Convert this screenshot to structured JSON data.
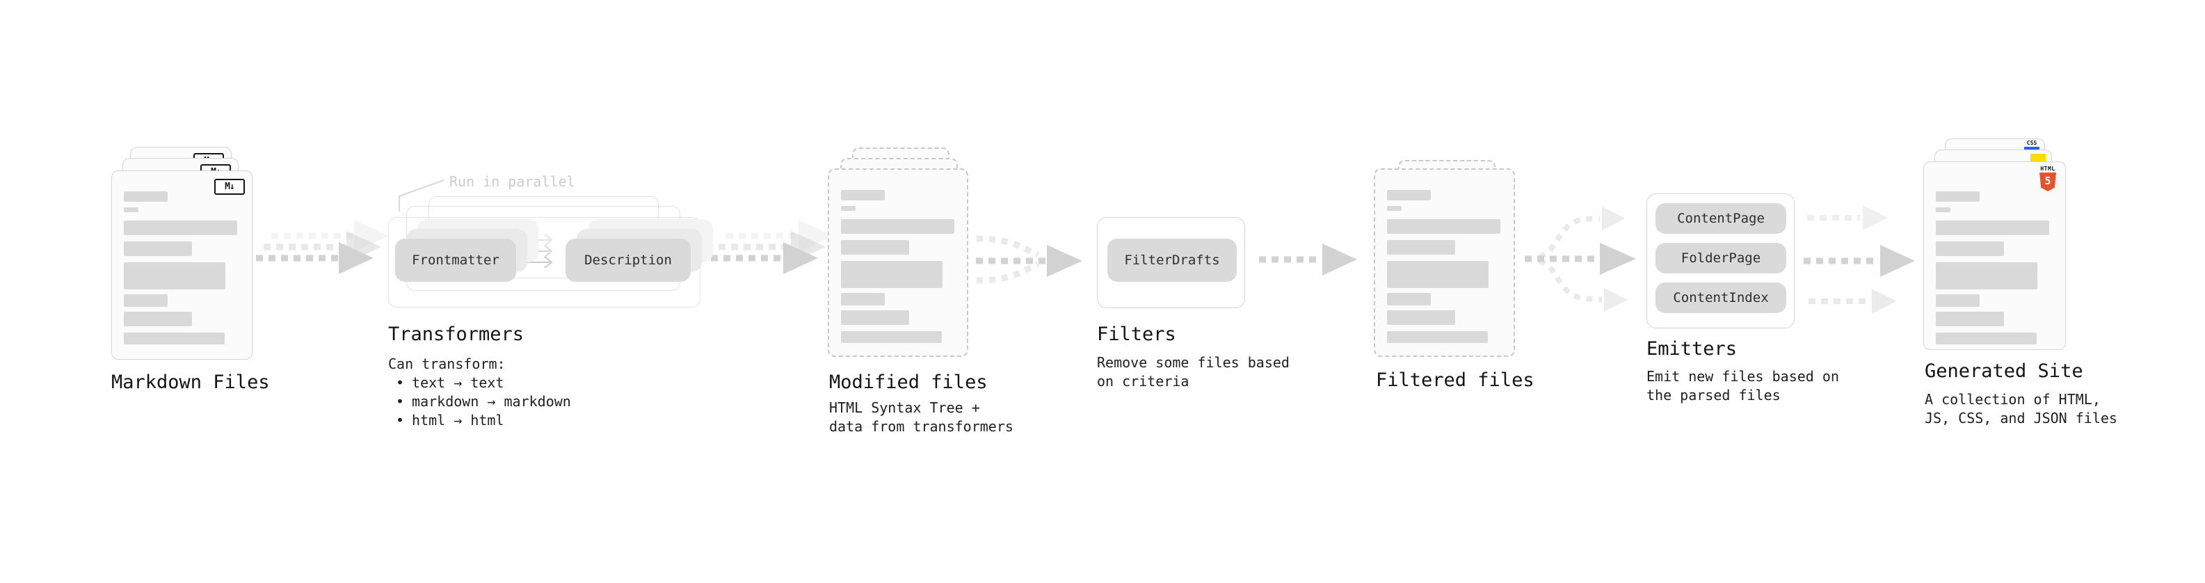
{
  "diagram": {
    "markdown_files": {
      "title": "Markdown Files",
      "badge": "M↓"
    },
    "transformers": {
      "title": "Transformers",
      "note": "Run in parallel",
      "pill_left": "Frontmatter",
      "pill_right": "Description",
      "desc_heading": "Can transform:",
      "bullet_glyph": "•",
      "bullets": [
        "text → text",
        "markdown → markdown",
        "html → html"
      ]
    },
    "modified_files": {
      "title": "Modified files",
      "desc": [
        "HTML Syntax Tree +",
        "data from transformers"
      ]
    },
    "filters": {
      "title": "Filters",
      "pill": "FilterDrafts",
      "desc": [
        "Remove some files based",
        "on criteria"
      ]
    },
    "filtered_files": {
      "title": "Filtered files"
    },
    "emitters": {
      "title": "Emitters",
      "pills": [
        "ContentPage",
        "FolderPage",
        "ContentIndex"
      ],
      "desc": [
        "Emit new files based on",
        "the parsed files"
      ]
    },
    "generated_site": {
      "title": "Generated Site",
      "desc": [
        "A collection of HTML,",
        "JS, CSS, and JSON files"
      ],
      "badges": {
        "html_word": "HTML",
        "html_number": "5",
        "css_word": "CSS"
      }
    }
  },
  "colors": {
    "html5_orange": "#e5532d",
    "js_yellow": "#ffdc00",
    "css_blue": "#2760e5"
  }
}
